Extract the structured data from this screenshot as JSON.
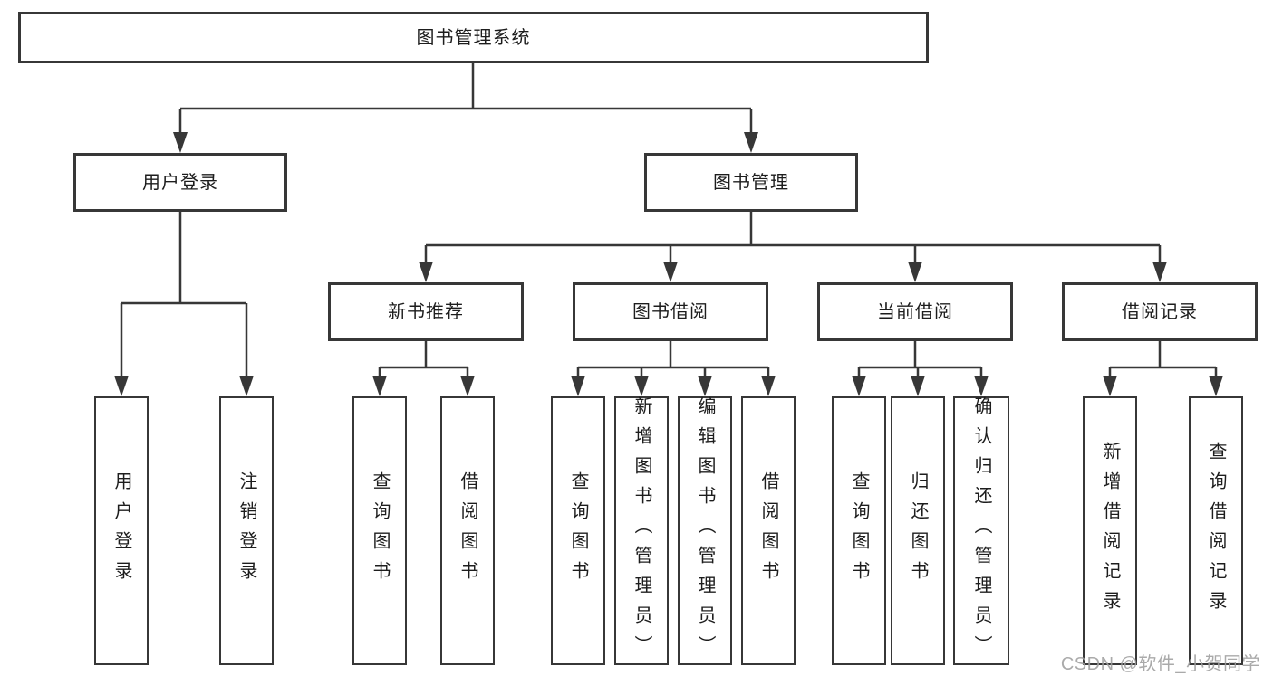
{
  "diagram": {
    "root": {
      "label": "图书管理系统"
    },
    "user_login": {
      "label": "用户登录",
      "children": [
        {
          "label": "用户登录"
        },
        {
          "label": "注销登录"
        }
      ]
    },
    "book_mgmt": {
      "label": "图书管理",
      "children": [
        {
          "label": "新书推荐",
          "children": [
            {
              "label": "查询图书"
            },
            {
              "label": "借阅图书"
            }
          ]
        },
        {
          "label": "图书借阅",
          "children": [
            {
              "label": "查询图书"
            },
            {
              "label": "新增图书（管理员）"
            },
            {
              "label": "编辑图书（管理员）"
            },
            {
              "label": "借阅图书"
            }
          ]
        },
        {
          "label": "当前借阅",
          "children": [
            {
              "label": "查询图书"
            },
            {
              "label": "归还图书"
            },
            {
              "label": "确认归还（管理员）"
            }
          ]
        },
        {
          "label": "借阅记录",
          "children": [
            {
              "label": "新增借阅记录"
            },
            {
              "label": "查询借阅记录"
            }
          ]
        }
      ]
    }
  },
  "watermark": {
    "text": "CSDN @软件_小贺同学"
  },
  "colors": {
    "line": "#373737",
    "text": "#1d1d1d",
    "watermark": "#9f9f9f",
    "background": "#ffffff"
  }
}
